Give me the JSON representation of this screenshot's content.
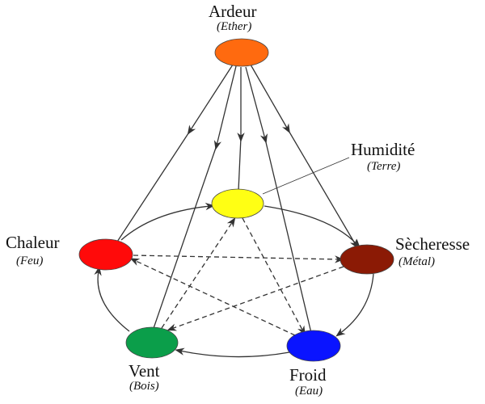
{
  "nodes": {
    "ardeur": {
      "name": "Ardeur",
      "element": "(Ether)",
      "color": "#ff6a0f"
    },
    "humidite": {
      "name": "Humidité",
      "element": "(Terre)",
      "color": "#ffff14"
    },
    "secheresse": {
      "name": "Sècheresse",
      "element": "(Métal)",
      "color": "#8b1a05"
    },
    "froid": {
      "name": "Froid",
      "element": "(Eau)",
      "color": "#0a14ff"
    },
    "vent": {
      "name": "Vent",
      "element": "(Bois)",
      "color": "#0b9e4a"
    },
    "chaleur": {
      "name": "Chaleur",
      "element": "(Feu)",
      "color": "#ff0a0a"
    }
  },
  "cycle_generation": [
    "Humidité",
    "Sècheresse",
    "Froid",
    "Vent",
    "Chaleur",
    "Humidité"
  ],
  "cycle_control": [
    "Chaleur",
    "Sècheresse",
    "Vent",
    "Humidité",
    "Froid",
    "Chaleur"
  ]
}
